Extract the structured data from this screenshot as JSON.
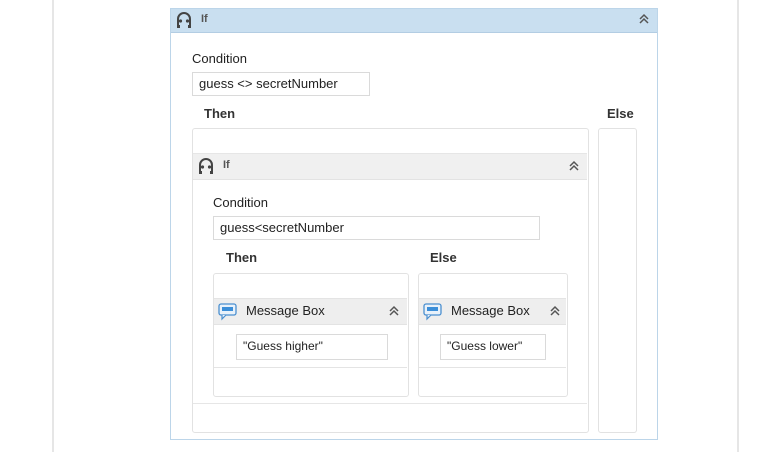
{
  "outer_if": {
    "title": "If",
    "icon": "if-activity-icon",
    "collapse_icon": "double-chevron-up-icon",
    "condition_label": "Condition",
    "condition_value": "guess <> secretNumber",
    "then_label": "Then",
    "else_label": "Else"
  },
  "inner_if": {
    "title": "If",
    "icon": "if-activity-icon",
    "collapse_icon": "double-chevron-up-icon",
    "condition_label": "Condition",
    "condition_value": "guess<secretNumber",
    "then_label": "Then",
    "else_label": "Else"
  },
  "message_boxes": [
    {
      "title": "Message Box",
      "icon": "message-box-icon",
      "value": "\"Guess higher\""
    },
    {
      "title": "Message Box",
      "icon": "message-box-icon",
      "value": "\"Guess lower\""
    }
  ],
  "colors": {
    "outer_header_bg": "#c9dff0",
    "outer_border": "#bcd5e9",
    "inner_header_bg": "#f0f0f0",
    "message_icon": "#3b8ed8"
  }
}
